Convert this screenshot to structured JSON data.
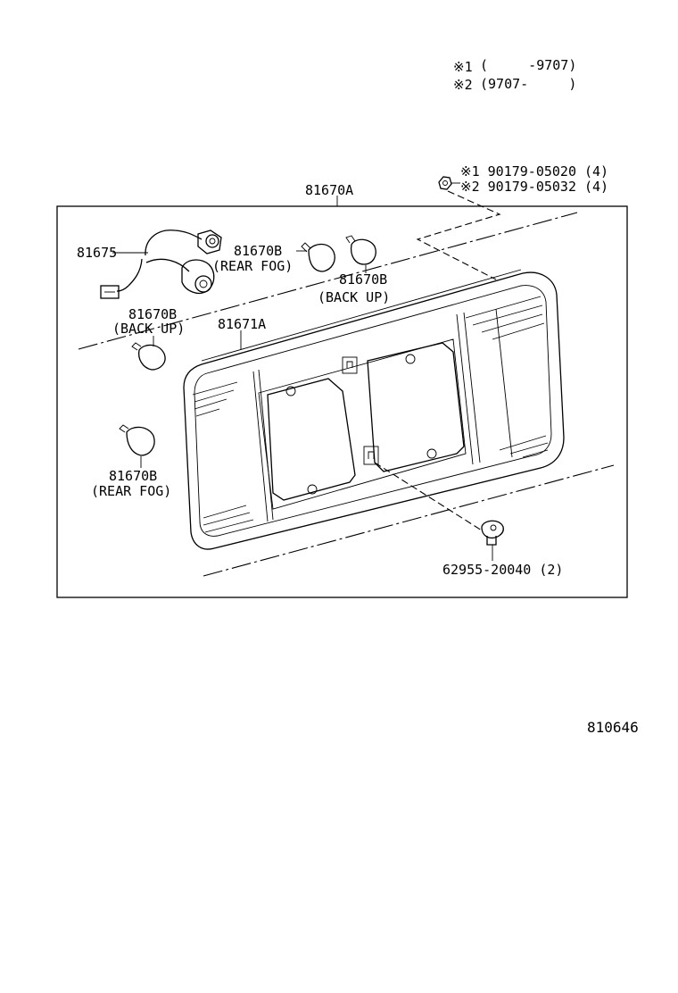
{
  "notes": {
    "note1_mark": "※1",
    "note1_text": "(     -9707)",
    "note2_mark": "※2",
    "note2_text": "(9707-     )"
  },
  "callouts": {
    "nut_line1": "※1 90179-05020 (4)",
    "nut_line2": "※2 90179-05032 (4)",
    "assembly": "81670A",
    "wire_harness": "81675",
    "bulb_rear_fog_top_num": "81670B",
    "bulb_rear_fog_top_desc": "(REAR FOG)",
    "bulb_back_up_top_num": "81670B",
    "bulb_back_up_top_desc": "(BACK UP)",
    "bulb_back_up_left_num": "81670B",
    "bulb_back_up_left_desc": "(BACK UP)",
    "lens": "81671A",
    "bulb_rear_fog_bottom_num": "81670B",
    "bulb_rear_fog_bottom_desc": "(REAR FOG)",
    "screw": "62955-20040 (2)"
  },
  "figure_id": "810646"
}
